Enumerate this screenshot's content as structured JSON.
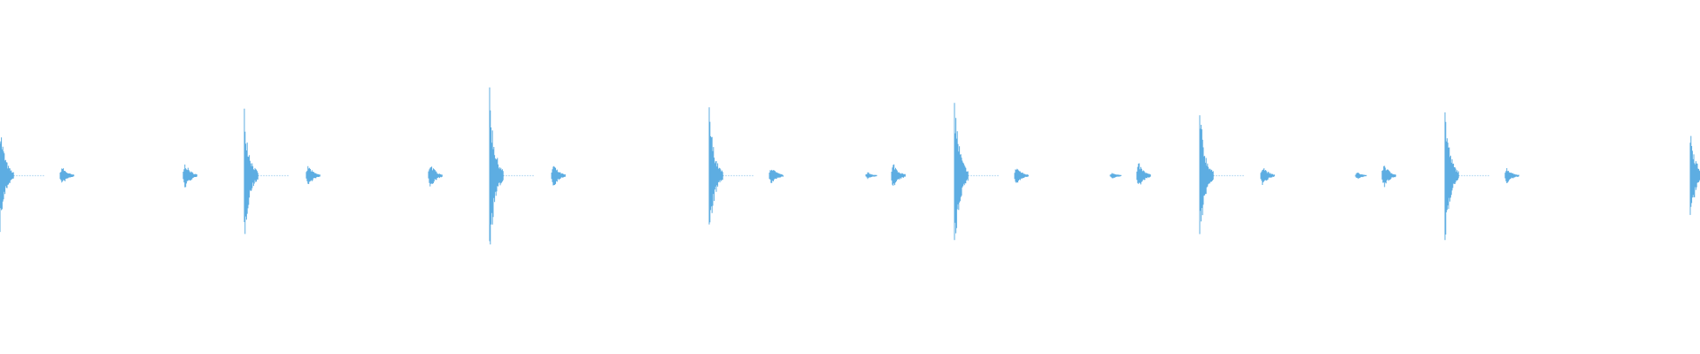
{
  "waveform": {
    "color": "#5dade2",
    "background": "#ffffff",
    "hits": [
      {
        "type": "kick",
        "amplitude": 0.33
      },
      {
        "type": "snare",
        "amplitude": 0.08
      },
      {
        "type": "snare",
        "amplitude": 0.11
      },
      {
        "type": "kick",
        "amplitude": 0.4
      },
      {
        "type": "snare",
        "amplitude": 0.09
      },
      {
        "type": "snare",
        "amplitude": 0.11
      },
      {
        "type": "kick",
        "amplitude": 0.5
      },
      {
        "type": "snare",
        "amplitude": 0.1
      },
      {
        "type": "kick",
        "amplitude": 0.41
      },
      {
        "type": "snare",
        "amplitude": 0.08
      },
      {
        "type": "hat",
        "amplitude": 0.03
      },
      {
        "type": "snare",
        "amplitude": 0.11
      },
      {
        "type": "kick",
        "amplitude": 0.49
      },
      {
        "type": "snare",
        "amplitude": 0.08
      },
      {
        "type": "hat",
        "amplitude": 0.03
      },
      {
        "type": "snare",
        "amplitude": 0.11
      },
      {
        "type": "kick",
        "amplitude": 0.41
      },
      {
        "type": "snare",
        "amplitude": 0.09
      },
      {
        "type": "hat",
        "amplitude": 0.03
      },
      {
        "type": "snare",
        "amplitude": 0.11
      },
      {
        "type": "kick",
        "amplitude": 0.41
      },
      {
        "type": "snare",
        "amplitude": 0.07
      },
      {
        "type": "kick",
        "amplitude": 0.3
      }
    ]
  }
}
